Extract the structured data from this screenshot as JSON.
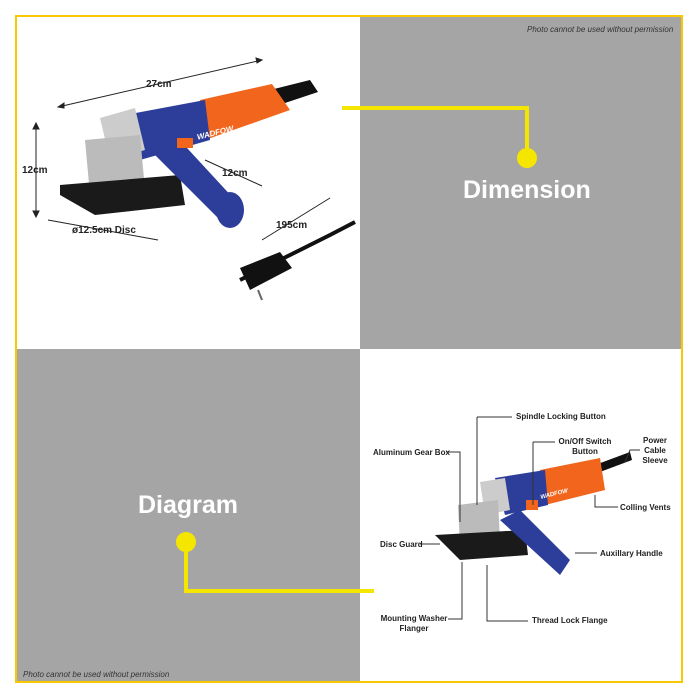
{
  "watermark_top": "Photo cannot be used without permission",
  "watermark_bottom": "Photo cannot be used without permission",
  "dimension_title": "Dimension",
  "diagram_title": "Diagram",
  "brand": "WADFOW",
  "dimensions": {
    "length": "27cm",
    "height": "12cm",
    "handle": "12cm",
    "disc": "ø12.5cm Disc",
    "cable": "195cm"
  },
  "parts": {
    "spindle": "Spindle Locking Button",
    "switch": "On/Off Switch Button",
    "cable": "Power Cable Sleeve",
    "gearbox": "Aluminum Gear Box",
    "vents": "Colling Vents",
    "guard": "Disc Guard",
    "aux": "Auxillary Handle",
    "washer": "Mounting Washer Flanger",
    "flange": "Thread Lock Flange"
  },
  "colors": {
    "border": "#f9c800",
    "accent_line": "#f5e600",
    "gray": "#a6a5a5",
    "orange": "#f2651d",
    "blue": "#2c3d9a"
  }
}
